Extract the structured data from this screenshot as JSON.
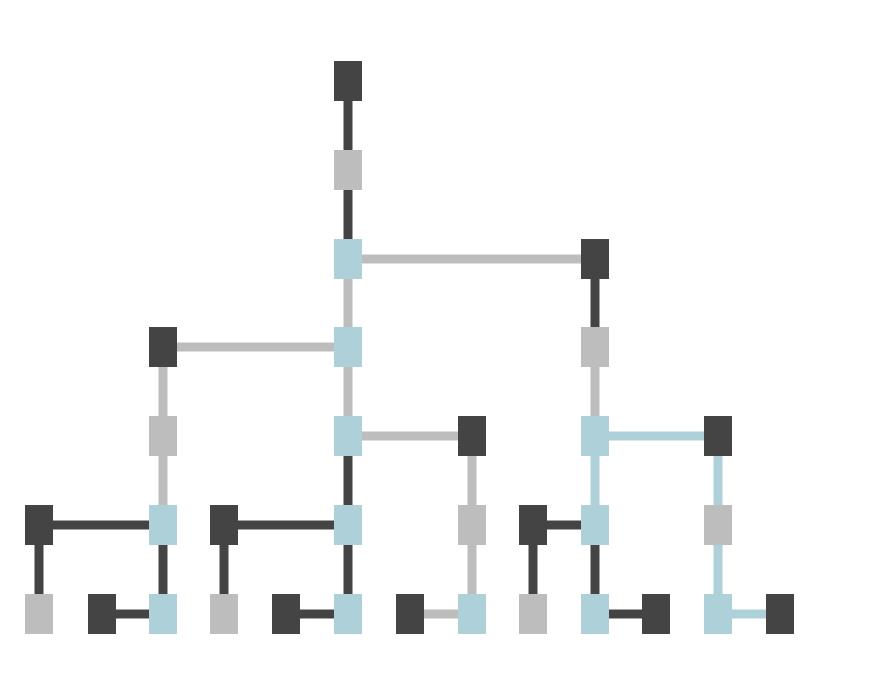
{
  "colors": {
    "dark": "#444444",
    "gray": "#bdbdbd",
    "blue": "#aed0d8",
    "background": "#ffffff"
  },
  "nodes": [
    {
      "id": "n1",
      "color": "dark"
    },
    {
      "id": "n2",
      "color": "gray"
    },
    {
      "id": "n3",
      "color": "blue"
    },
    {
      "id": "n4",
      "color": "dark"
    },
    {
      "id": "n5",
      "color": "dark"
    },
    {
      "id": "n6",
      "color": "blue"
    },
    {
      "id": "n7",
      "color": "gray"
    },
    {
      "id": "n8",
      "color": "gray"
    },
    {
      "id": "n9",
      "color": "blue"
    },
    {
      "id": "n10",
      "color": "dark"
    },
    {
      "id": "n11",
      "color": "blue"
    },
    {
      "id": "n12",
      "color": "dark"
    },
    {
      "id": "n13",
      "color": "blue"
    },
    {
      "id": "n14",
      "color": "dark"
    },
    {
      "id": "n15",
      "color": "blue"
    },
    {
      "id": "n16",
      "color": "gray"
    },
    {
      "id": "n17",
      "color": "dark"
    },
    {
      "id": "n18",
      "color": "blue"
    },
    {
      "id": "n19",
      "color": "gray"
    },
    {
      "id": "n20",
      "color": "gray"
    },
    {
      "id": "n21",
      "color": "dark"
    },
    {
      "id": "n22",
      "color": "blue"
    },
    {
      "id": "n23",
      "color": "gray"
    },
    {
      "id": "n24",
      "color": "dark"
    },
    {
      "id": "n25",
      "color": "blue"
    },
    {
      "id": "n26",
      "color": "dark"
    },
    {
      "id": "n27",
      "color": "blue"
    },
    {
      "id": "n28",
      "color": "dark"
    },
    {
      "id": "n29",
      "color": "blue"
    },
    {
      "id": "n30",
      "color": "gray"
    },
    {
      "id": "n31",
      "color": "blue"
    },
    {
      "id": "n32",
      "color": "dark"
    },
    {
      "id": "n33",
      "color": "blue"
    },
    {
      "id": "n34",
      "color": "dark"
    }
  ],
  "edges": [
    {
      "from": "n1",
      "to": "n2",
      "color": "dark"
    },
    {
      "from": "n2",
      "to": "n3",
      "color": "dark"
    },
    {
      "from": "n3",
      "to": "n4",
      "color": "gray"
    },
    {
      "from": "n3",
      "to": "n6",
      "color": "gray"
    },
    {
      "from": "n6",
      "to": "n5",
      "color": "gray"
    },
    {
      "from": "n5",
      "to": "n8",
      "color": "gray"
    },
    {
      "from": "n8",
      "to": "n13",
      "color": "gray"
    },
    {
      "from": "n13",
      "to": "n12",
      "color": "dark"
    },
    {
      "from": "n12",
      "to": "n19",
      "color": "dark"
    },
    {
      "from": "n13",
      "to": "n22",
      "color": "dark"
    },
    {
      "from": "n22",
      "to": "n21",
      "color": "dark"
    },
    {
      "from": "n6",
      "to": "n9",
      "color": "gray"
    },
    {
      "from": "n9",
      "to": "n10",
      "color": "gray"
    },
    {
      "from": "n9",
      "to": "n15",
      "color": "dark"
    },
    {
      "from": "n15",
      "to": "n14",
      "color": "dark"
    },
    {
      "from": "n14",
      "to": "n23",
      "color": "dark"
    },
    {
      "from": "n15",
      "to": "n25",
      "color": "dark"
    },
    {
      "from": "n25",
      "to": "n24",
      "color": "dark"
    },
    {
      "from": "n10",
      "to": "n16",
      "color": "gray"
    },
    {
      "from": "n16",
      "to": "n27",
      "color": "gray"
    },
    {
      "from": "n27",
      "to": "n26",
      "color": "gray"
    },
    {
      "from": "n4",
      "to": "n7",
      "color": "dark"
    },
    {
      "from": "n7",
      "to": "n11",
      "color": "gray"
    },
    {
      "from": "n11",
      "to": "n12b",
      "color": "blue"
    },
    {
      "from": "n11",
      "to": "n18",
      "color": "blue"
    },
    {
      "from": "n18",
      "to": "n17",
      "color": "dark"
    },
    {
      "from": "n17",
      "to": "n30",
      "color": "dark"
    },
    {
      "from": "n18",
      "to": "n31",
      "color": "dark"
    },
    {
      "from": "n31",
      "to": "n32",
      "color": "dark"
    },
    {
      "from": "n12b",
      "to": "n20",
      "color": "blue"
    },
    {
      "from": "n20",
      "to": "n33",
      "color": "blue"
    },
    {
      "from": "n33",
      "to": "n34",
      "color": "blue"
    }
  ]
}
